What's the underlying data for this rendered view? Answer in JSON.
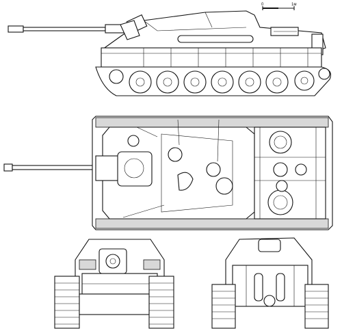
{
  "scale_bar": {
    "zero_label": "0",
    "end_label": "1м"
  },
  "views": [
    "side-view",
    "top-view",
    "front-view",
    "rear-view"
  ]
}
